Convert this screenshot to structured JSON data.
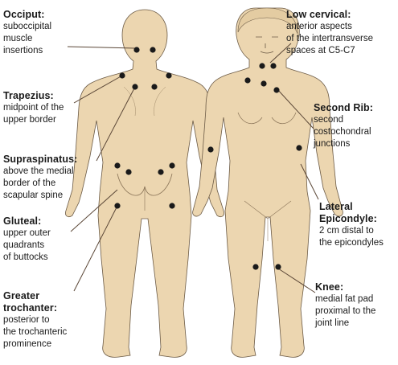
{
  "colors": {
    "skin": "#ecd6b0",
    "skin_outline": "#6b5a45",
    "marker": "#1a1a1a",
    "leader": "#5a4636",
    "text": "#1a1a1a"
  },
  "labels": {
    "occiput": {
      "title": "Occiput:",
      "desc": "suboccipital\nmuscle\ninsertions"
    },
    "trapezius": {
      "title": "Trapezius:",
      "desc": "midpoint of the\nupper border"
    },
    "supraspinatus": {
      "title": "Supraspinatus:",
      "desc": "above the medial\nborder of the\nscapular spine"
    },
    "gluteal": {
      "title": "Gluteal:",
      "desc": "upper outer\nquadrants\nof buttocks"
    },
    "greater_trochanter": {
      "title": "Greater\ntrochanter:",
      "desc": "posterior to\nthe trochanteric\nprominence"
    },
    "low_cervical": {
      "title": "Low cervical:",
      "desc": "anterior aspects\nof the intertransverse\nspaces at C5-C7"
    },
    "second_rib": {
      "title": "Second Rib:",
      "desc": "second\ncostochondral\njunctions"
    },
    "lateral_epicondyle": {
      "title": "Lateral\nEpicondyle:",
      "desc": "2 cm distal to\nthe epicondyles"
    },
    "knee": {
      "title": "Knee:",
      "desc": "medial fat pad\nproximal to the\njoint line"
    }
  }
}
